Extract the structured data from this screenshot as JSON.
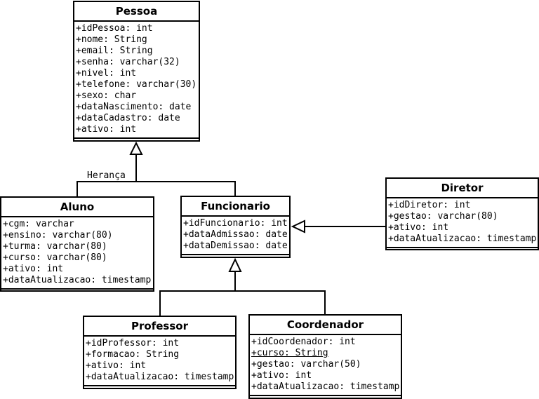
{
  "relation_label": "Herança",
  "classes": {
    "pessoa": {
      "name": "Pessoa",
      "attributes": [
        "+idPessoa: int",
        "+nome: String",
        "+email: String",
        "+senha: varchar(32)",
        "+nivel: int",
        "+telefone: varchar(30)",
        "+sexo: char",
        "+dataNascimento: date",
        "+dataCadastro: date",
        "+ativo: int"
      ]
    },
    "aluno": {
      "name": "Aluno",
      "attributes": [
        "+cgm: varchar",
        "+ensino: varchar(80)",
        "+turma: varchar(80)",
        "+curso: varchar(80)",
        "+ativo: int",
        "+dataAtualizacao: timestamp"
      ]
    },
    "funcionario": {
      "name": "Funcionario",
      "attributes": [
        "+idFuncionario: int",
        "+dataAdmissao: date",
        "+dataDemissao: date"
      ]
    },
    "diretor": {
      "name": "Diretor",
      "attributes": [
        "+idDiretor: int",
        "+gestao: varchar(80)",
        "+ativo: int",
        "+dataAtualizacao: timestamp"
      ]
    },
    "professor": {
      "name": "Professor",
      "attributes": [
        "+idProfessor: int",
        "+formacao: String",
        "+ativo: int",
        "+dataAtualizacao: timestamp"
      ]
    },
    "coordenador": {
      "name": "Coordenador",
      "attributes": [
        "+idCoordenador: int",
        "+curso: String",
        "+gestao: varchar(50)",
        "+ativo: int",
        "+dataAtualizacao: timestamp"
      ]
    }
  }
}
